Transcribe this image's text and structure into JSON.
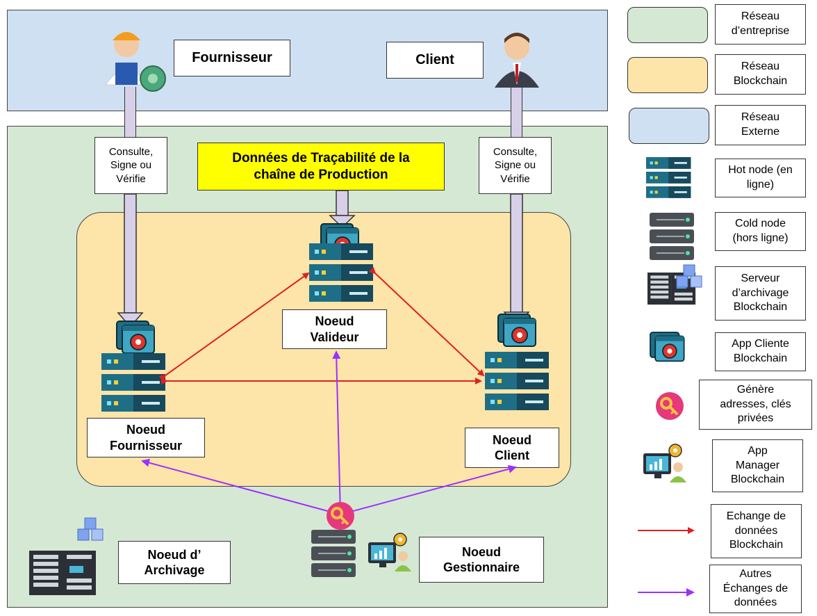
{
  "colors": {
    "external": "#cfe0f2",
    "enterprise": "#d5e8d4",
    "blockchain": "#fde4a8",
    "highlight": "#ffff00",
    "red_arrow": "#e02020",
    "purple_arrow": "#9b30ff",
    "pipe": "#d8d0e8"
  },
  "actors": {
    "supplier": "Fournisseur",
    "client": "Client"
  },
  "pipes": {
    "left": "Consulte,\nSigne ou\nVérifie",
    "right": "Consulte,\nSigne ou\nVérifie"
  },
  "data_title": "Données de Traçabilité de la\nchaîne de Production",
  "nodes": {
    "validator": "Noeud\nValideur",
    "supplier": "Noeud\nFournisseur",
    "client": "Noeud\nClient",
    "archive": "Noeud d’\nArchivage",
    "manager": "Noeud\nGestionnaire"
  },
  "legend": {
    "enterprise": "Réseau\nd’entreprise",
    "blockchain": "Réseau\nBlockchain",
    "external": "Réseau\nExterne",
    "hot_node": "Hot node (en\nligne)",
    "cold_node": "Cold node\n(hors ligne)",
    "archive_server": "Serveur\nd’archivage\nBlockchain",
    "client_app": "App Cliente\nBlockchain",
    "key_gen": "Génère\nadresses, clés\nprivées",
    "manager_app": "App\nManager\nBlockchain",
    "blockchain_exchange": "Echange de\ndonnées\nBlockchain",
    "other_exchange": "Autres\nÉchanges de\ndonnées"
  }
}
